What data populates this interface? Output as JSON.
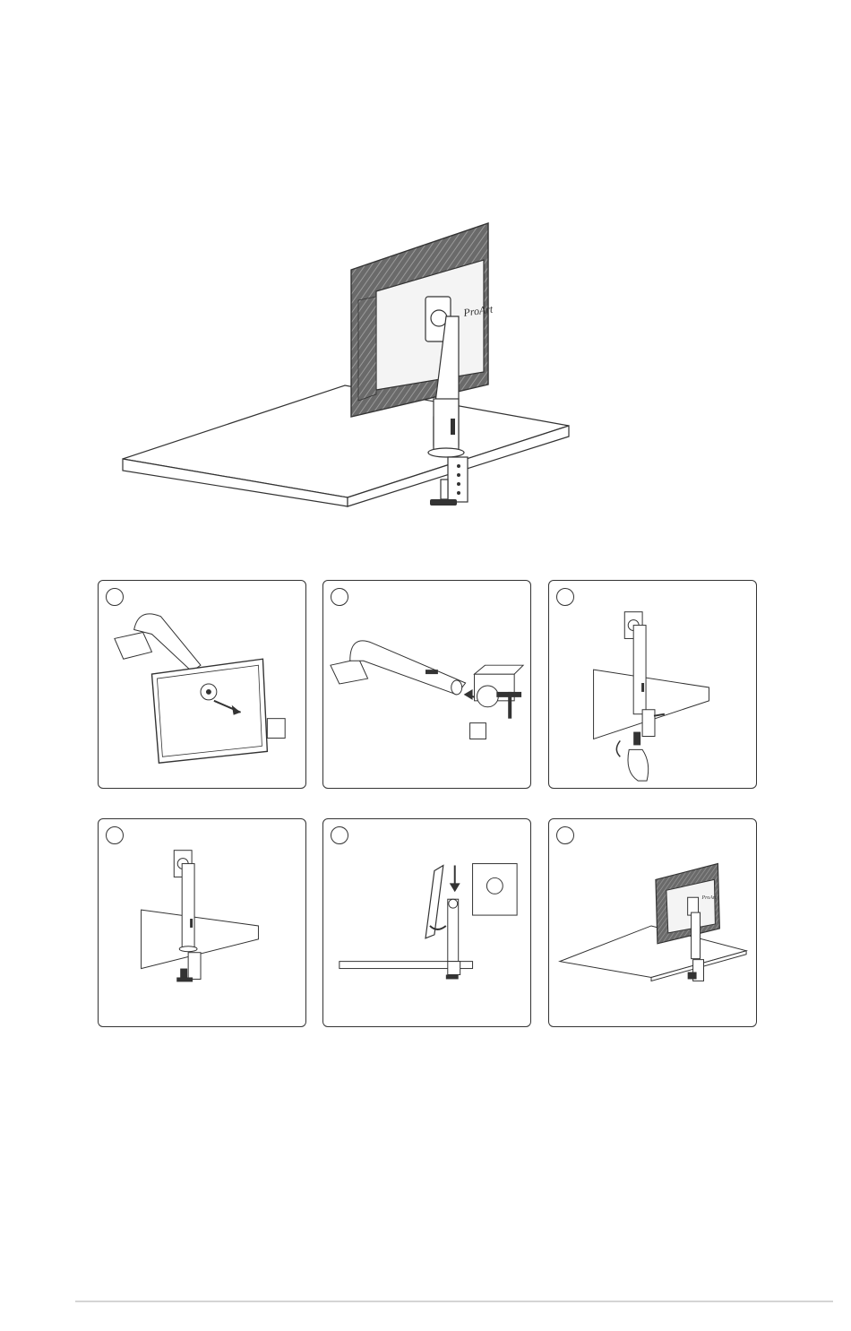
{
  "hero": {
    "monitor_brand": "ProArt"
  },
  "steps": [
    {
      "id": "step-1"
    },
    {
      "id": "step-2"
    },
    {
      "id": "step-3"
    },
    {
      "id": "step-4"
    },
    {
      "id": "step-5"
    },
    {
      "id": "step-6",
      "monitor_brand": "ProArt"
    }
  ],
  "colors": {
    "line": "#333333",
    "panel_border": "#333333",
    "monitor_frame": "#555555",
    "footer_rule": "#d4d4d4"
  },
  "icons": [
    "monitor-arm-illustration",
    "desk-clamp-illustration",
    "arrow-icon",
    "hand-icon",
    "inset-detail-icon"
  ]
}
